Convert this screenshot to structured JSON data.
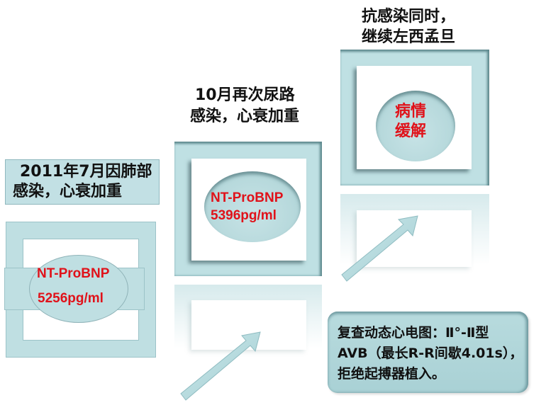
{
  "stages": [
    {
      "id": "stage-1",
      "title_lines": [
        "2011年7月因肺部",
        "感染，心衰加重"
      ],
      "marker_lines": [
        "NT-ProBNP",
        "5256pg/ml"
      ]
    },
    {
      "id": "stage-2",
      "title_lines": [
        "10月再次尿路",
        "感染，心衰加重"
      ],
      "marker_lines": [
        "NT-ProBNP",
        "5396pg/ml"
      ]
    },
    {
      "id": "stage-3",
      "title_lines": [
        "抗感染同时，",
        "继续左西孟旦"
      ],
      "marker_lines": [
        "病情",
        "缓解"
      ]
    }
  ],
  "note": {
    "lines": [
      "复查动态心电图：Ⅱ°-Ⅱ型",
      "AVB（最长R-R间歇4.01s），",
      "拒绝起搏器植入。"
    ]
  },
  "colors": {
    "frame_fill": "#bfe0e3",
    "frame_shadow": "#5f8a8f",
    "marker_text": "#e0121a",
    "title_text": "#111111"
  }
}
